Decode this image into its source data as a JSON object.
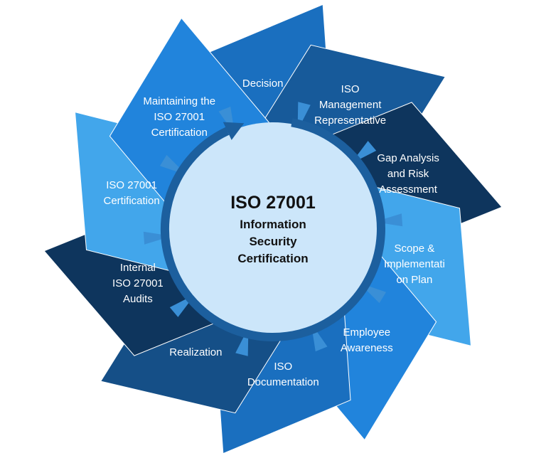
{
  "center": {
    "title": "ISO 27001",
    "subtitle": "Information\nSecurity\nCertification"
  },
  "segments": [
    {
      "label": "Decision",
      "color": "#1a6fbf"
    },
    {
      "label": "ISO\nManagement\nRepresentative",
      "color": "#175a9a"
    },
    {
      "label": "Gap Analysis\nand Risk\nAssessment",
      "color": "#0e355d"
    },
    {
      "label": "Scope &\nImplementati\non Plan",
      "color": "#42a6eb"
    },
    {
      "label": "Employee\nAwareness",
      "color": "#2184dc"
    },
    {
      "label": "ISO\nDocumentation",
      "color": "#1a6fbf"
    },
    {
      "label": "Realization",
      "color": "#154f87"
    },
    {
      "label": "Internal\nISO 27001\nAudits",
      "color": "#0e355d"
    },
    {
      "label": "ISO 27001\nCertification",
      "color": "#42a6eb"
    },
    {
      "label": "Maintaining the\nISO 27001\nCertification",
      "color": "#2184dc"
    }
  ],
  "colors": {
    "center_fill": "#cce6fa",
    "ring": "#1c5f9e",
    "notch": "#3a8fd6"
  }
}
